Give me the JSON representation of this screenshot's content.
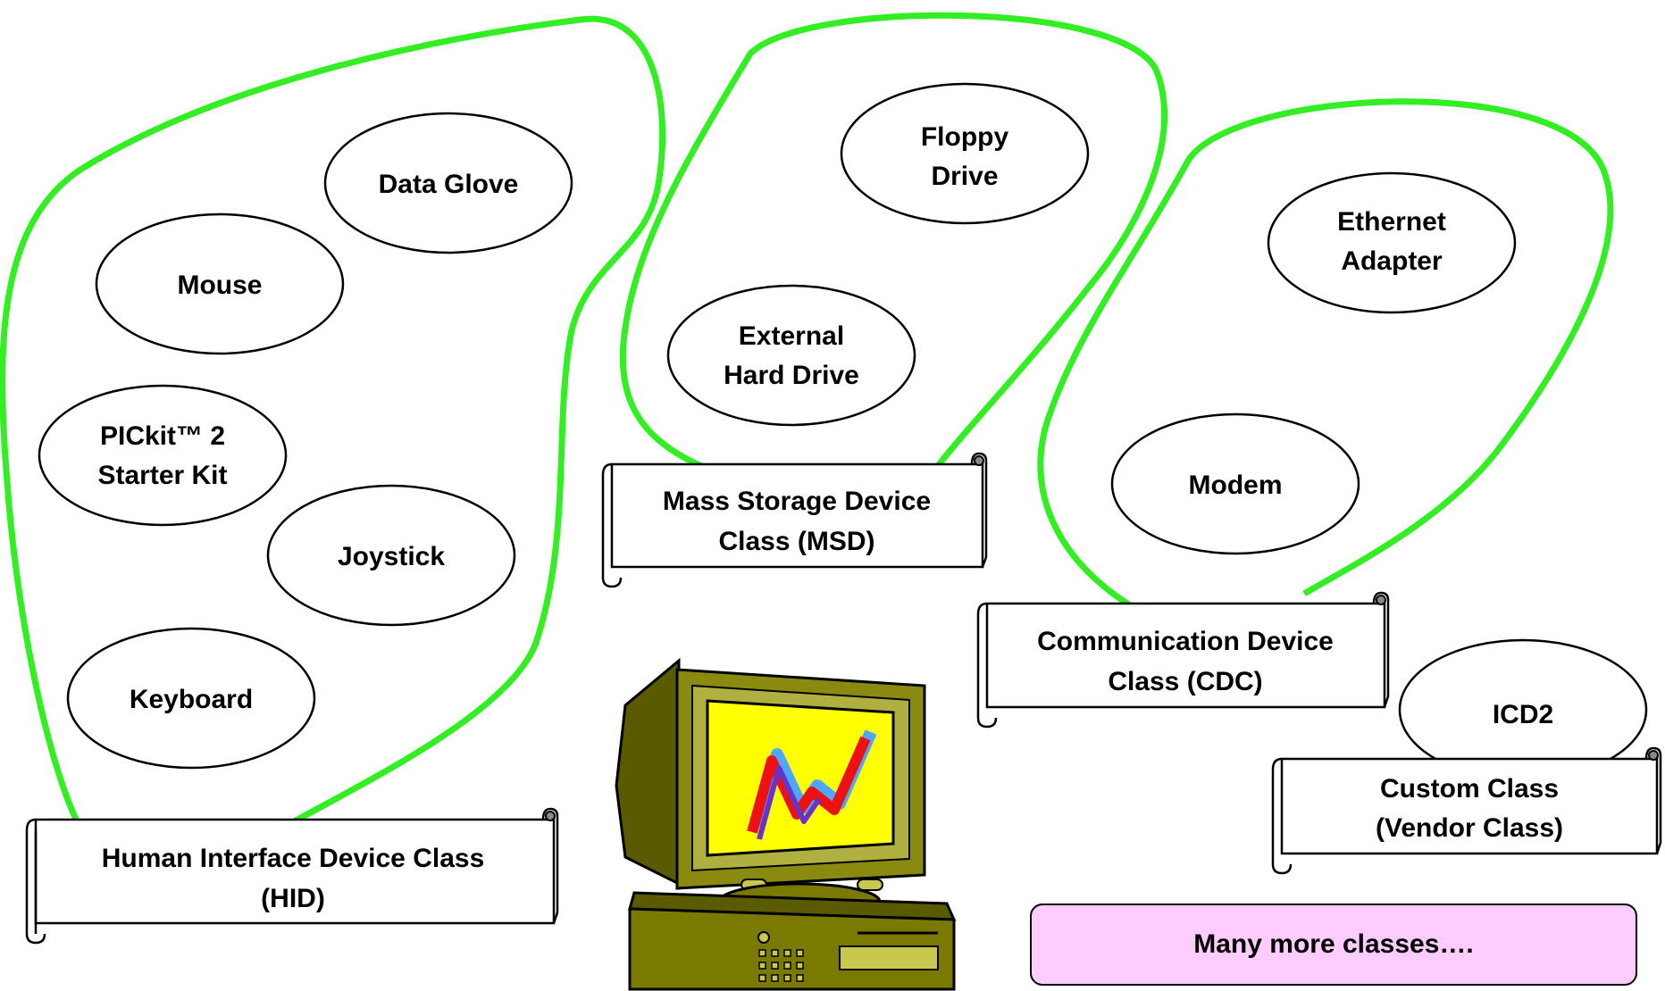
{
  "colors": {
    "group_outline": "#33ee22",
    "more_box_fill": "#ffccff",
    "monitor_body": "#7a7a00",
    "screen": "#ffff00"
  },
  "groups": [
    {
      "id": "hid",
      "banner": [
        "Human Interface Device Class",
        "(HID)"
      ],
      "devices": [
        {
          "id": "data-glove",
          "lines": [
            "Data Glove"
          ]
        },
        {
          "id": "mouse",
          "lines": [
            "Mouse"
          ]
        },
        {
          "id": "pickit",
          "lines": [
            "PICkit™ 2",
            "Starter Kit"
          ]
        },
        {
          "id": "joystick",
          "lines": [
            "Joystick"
          ]
        },
        {
          "id": "keyboard",
          "lines": [
            "Keyboard"
          ]
        }
      ]
    },
    {
      "id": "msd",
      "banner": [
        "Mass Storage Device",
        "Class (MSD)"
      ],
      "devices": [
        {
          "id": "floppy",
          "lines": [
            "Floppy",
            "Drive"
          ]
        },
        {
          "id": "external-hdd",
          "lines": [
            "External",
            "Hard Drive"
          ]
        }
      ]
    },
    {
      "id": "cdc",
      "banner": [
        "Communication Device",
        "Class (CDC)"
      ],
      "devices": [
        {
          "id": "ethernet",
          "lines": [
            "Ethernet",
            "Adapter"
          ]
        },
        {
          "id": "modem",
          "lines": [
            "Modem"
          ]
        }
      ]
    },
    {
      "id": "custom",
      "banner": [
        "Custom Class",
        "(Vendor Class)"
      ],
      "devices": [
        {
          "id": "icd2",
          "lines": [
            "ICD2"
          ]
        }
      ]
    }
  ],
  "more_classes": "Many more classes…."
}
